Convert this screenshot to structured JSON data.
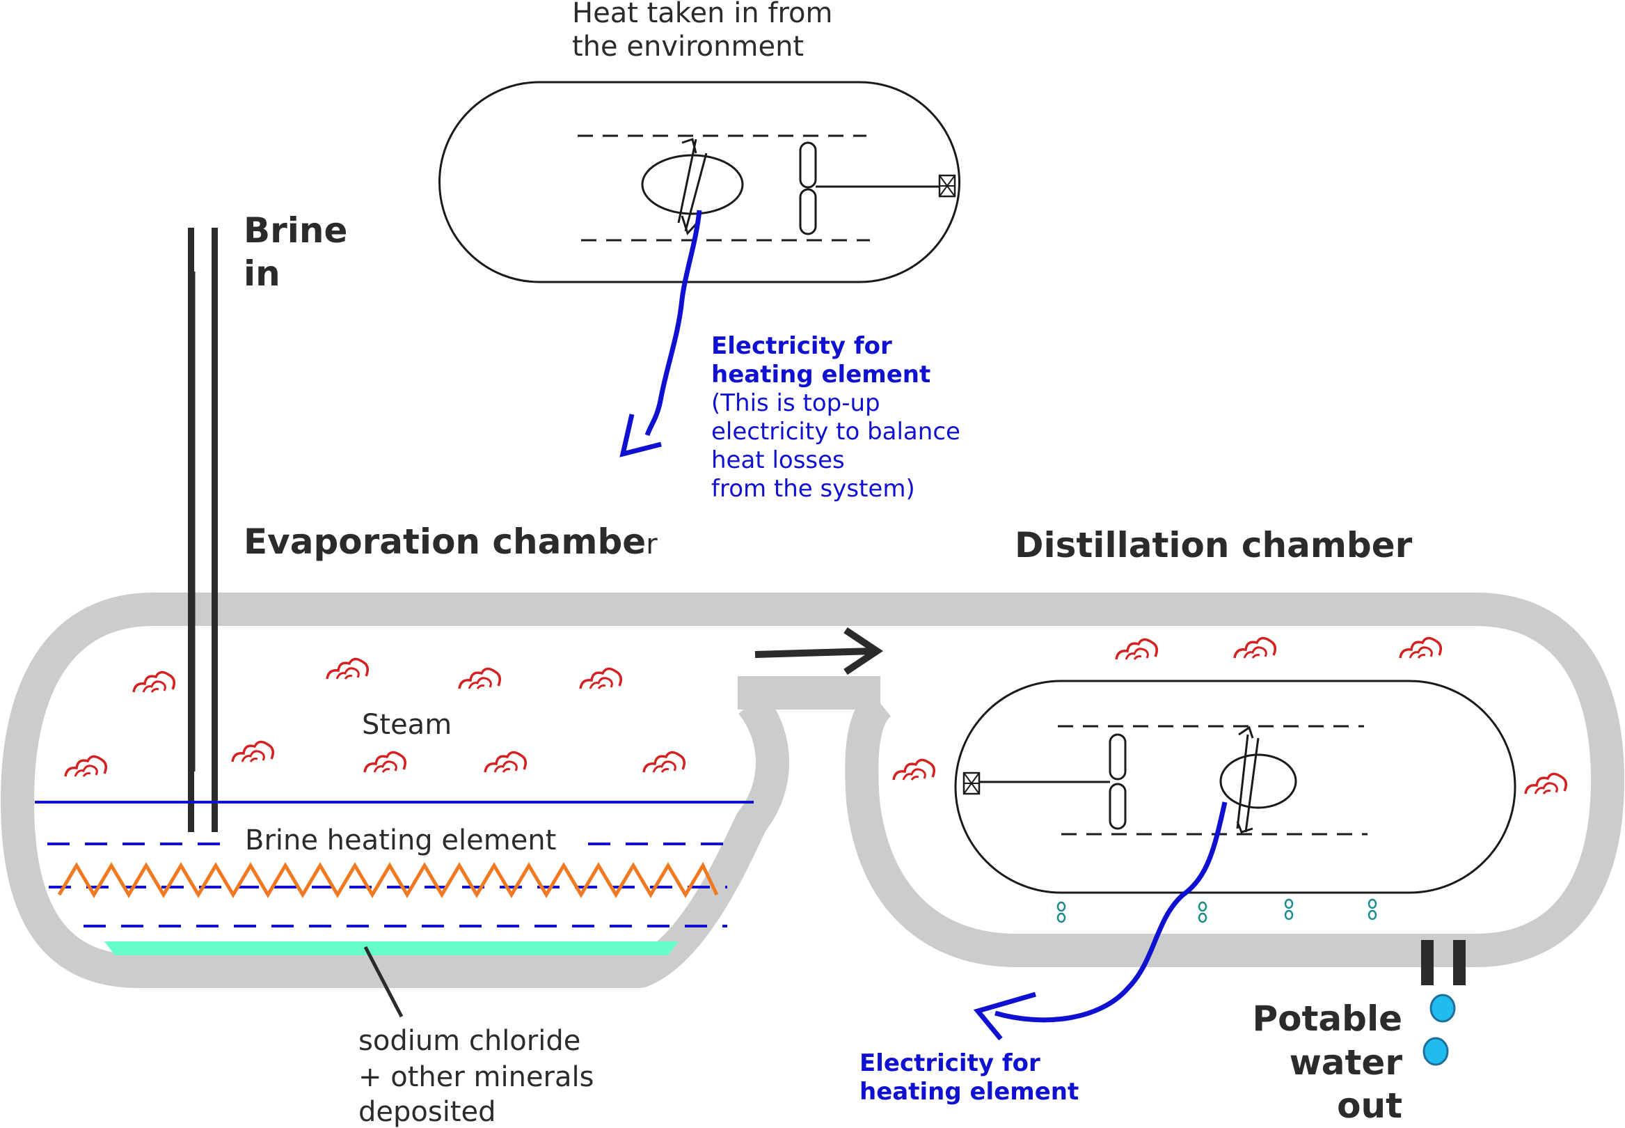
{
  "labels": {
    "heat_line1": "Heat taken in from",
    "heat_line2": "the environment",
    "brine_in_line1": "Brine",
    "brine_in_line2": "in",
    "elec_top_line1": "Electricity for",
    "elec_top_line2": "heating element",
    "elec_top_note1": "(This is top-up",
    "elec_top_note2": "electricity to balance",
    "elec_top_note3": "heat losses",
    "elec_top_note4": "from the system)",
    "evaporation_chamber": "Evaporation chambe",
    "evaporation_chamber_r": "r",
    "distillation_chamber": "Distillation chamber",
    "steam": "Steam",
    "brine_heating_element": "Brine heating element",
    "deposit_line1": "sodium chloride",
    "deposit_line2": "+ other minerals",
    "deposit_line3": "deposited",
    "elec_bottom_line1": "Electricity for",
    "elec_bottom_line2": "heating element",
    "potable_line1": "Potable",
    "potable_line2": "water",
    "potable_line3": "out"
  },
  "colors": {
    "chamber_wall": "#cccccc",
    "outline": "#1a1a1a",
    "electric_wire": "#1010d0",
    "heating_coil": "#f07820",
    "brine_surface": "#1010d0",
    "mineral_deposit": "#66ffcc",
    "steam_puff": "#d42020",
    "water_drop": "#22bbee"
  },
  "icons": {
    "steam": "steam-puff-icon",
    "flow_direction": "arrow-right-icon",
    "water_drop": "water-drop-icon",
    "fan": "fan-icon",
    "compressor": "compressor-icon"
  }
}
